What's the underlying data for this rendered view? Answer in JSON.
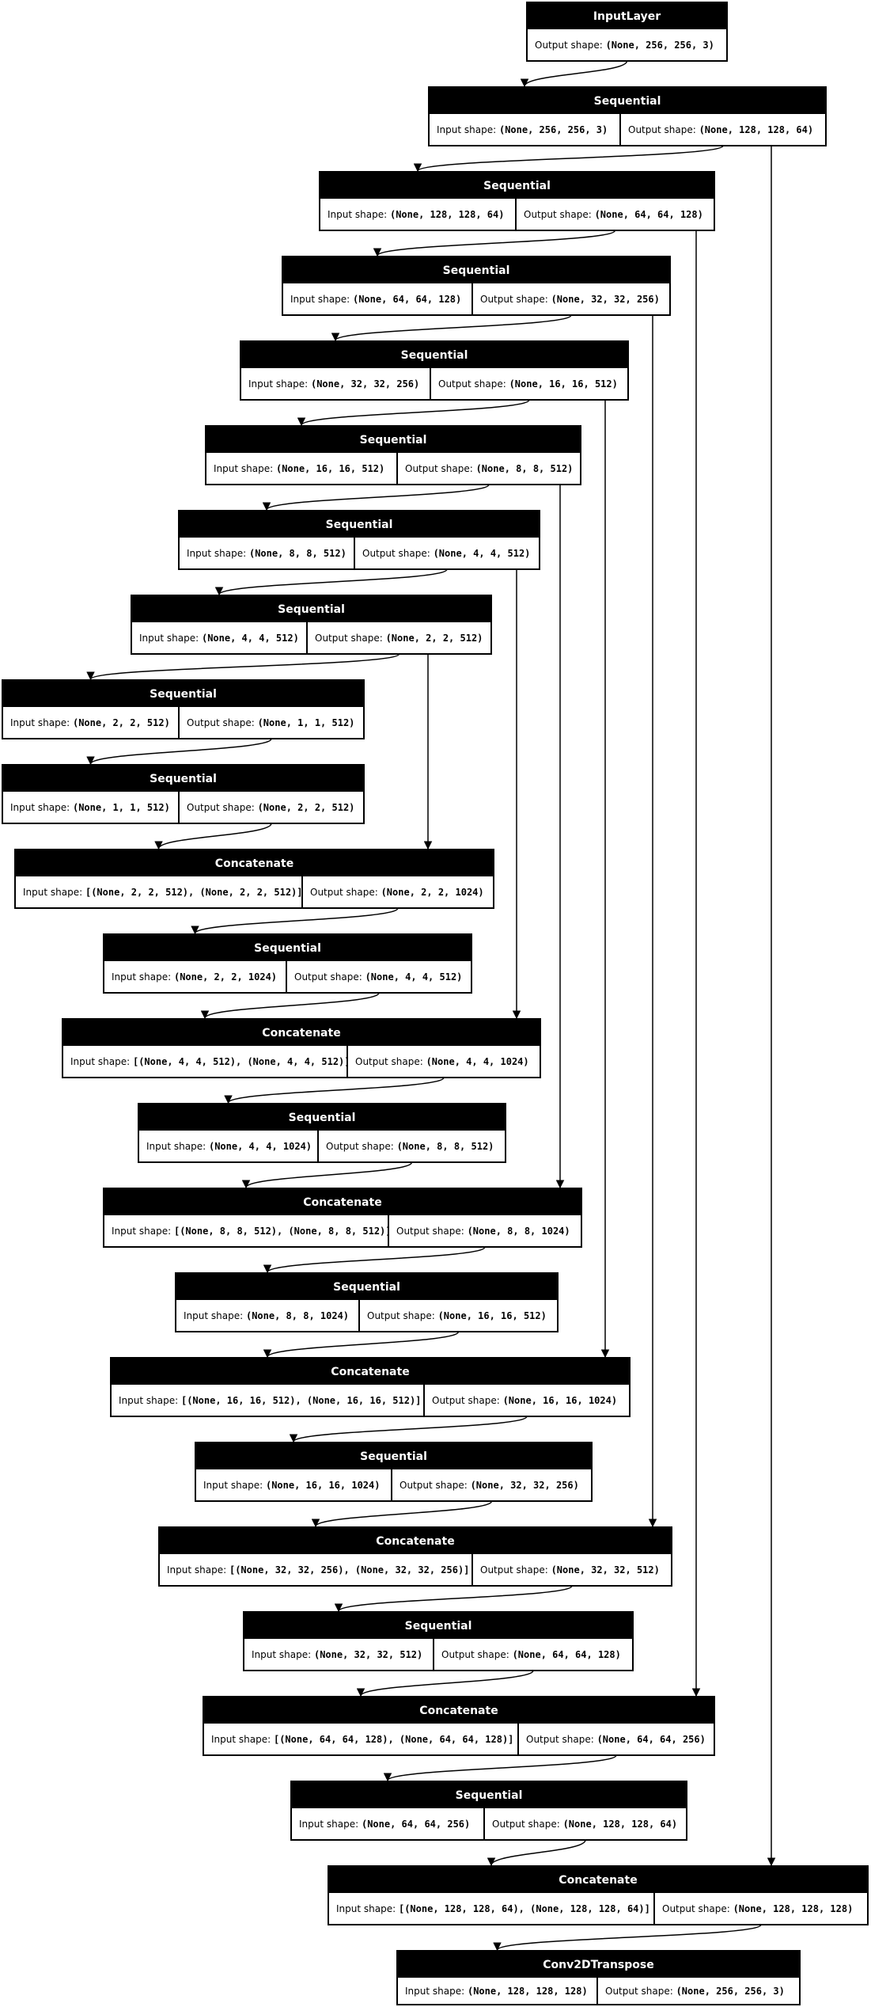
{
  "labels": {
    "input": "Input shape: ",
    "output": "Output shape: "
  },
  "nodes": [
    {
      "id": "n0",
      "title": "InputLayer",
      "input": null,
      "output": "(None, 256, 256, 3)"
    },
    {
      "id": "n1",
      "title": "Sequential",
      "input": "(None, 256, 256, 3)",
      "output": "(None, 128, 128, 64)"
    },
    {
      "id": "n2",
      "title": "Sequential",
      "input": "(None, 128, 128, 64)",
      "output": "(None, 64, 64, 128)"
    },
    {
      "id": "n3",
      "title": "Sequential",
      "input": "(None, 64, 64, 128)",
      "output": "(None, 32, 32, 256)"
    },
    {
      "id": "n4",
      "title": "Sequential",
      "input": "(None, 32, 32, 256)",
      "output": "(None, 16, 16, 512)"
    },
    {
      "id": "n5",
      "title": "Sequential",
      "input": "(None, 16, 16, 512)",
      "output": "(None, 8, 8, 512)"
    },
    {
      "id": "n6",
      "title": "Sequential",
      "input": "(None, 8, 8, 512)",
      "output": "(None, 4, 4, 512)"
    },
    {
      "id": "n7",
      "title": "Sequential",
      "input": "(None, 4, 4, 512)",
      "output": "(None, 2, 2, 512)"
    },
    {
      "id": "n8",
      "title": "Sequential",
      "input": "(None, 2, 2, 512)",
      "output": "(None, 1, 1, 512)"
    },
    {
      "id": "n9",
      "title": "Sequential",
      "input": "(None, 1, 1, 512)",
      "output": "(None, 2, 2, 512)"
    },
    {
      "id": "n10",
      "title": "Concatenate",
      "input": "[(None, 2, 2, 512), (None, 2, 2, 512)]",
      "output": "(None, 2, 2, 1024)"
    },
    {
      "id": "n11",
      "title": "Sequential",
      "input": "(None, 2, 2, 1024)",
      "output": "(None, 4, 4, 512)"
    },
    {
      "id": "n12",
      "title": "Concatenate",
      "input": "[(None, 4, 4, 512), (None, 4, 4, 512)]",
      "output": "(None, 4, 4, 1024)"
    },
    {
      "id": "n13",
      "title": "Sequential",
      "input": "(None, 4, 4, 1024)",
      "output": "(None, 8, 8, 512)"
    },
    {
      "id": "n14",
      "title": "Concatenate",
      "input": "[(None, 8, 8, 512), (None, 8, 8, 512)]",
      "output": "(None, 8, 8, 1024)"
    },
    {
      "id": "n15",
      "title": "Sequential",
      "input": "(None, 8, 8, 1024)",
      "output": "(None, 16, 16, 512)"
    },
    {
      "id": "n16",
      "title": "Concatenate",
      "input": "[(None, 16, 16, 512), (None, 16, 16, 512)]",
      "output": "(None, 16, 16, 1024)"
    },
    {
      "id": "n17",
      "title": "Sequential",
      "input": "(None, 16, 16, 1024)",
      "output": "(None, 32, 32, 256)"
    },
    {
      "id": "n18",
      "title": "Concatenate",
      "input": "[(None, 32, 32, 256), (None, 32, 32, 256)]",
      "output": "(None, 32, 32, 512)"
    },
    {
      "id": "n19",
      "title": "Sequential",
      "input": "(None, 32, 32, 512)",
      "output": "(None, 64, 64, 128)"
    },
    {
      "id": "n20",
      "title": "Concatenate",
      "input": "[(None, 64, 64, 128), (None, 64, 64, 128)]",
      "output": "(None, 64, 64, 256)"
    },
    {
      "id": "n21",
      "title": "Sequential",
      "input": "(None, 64, 64, 256)",
      "output": "(None, 128, 128, 64)"
    },
    {
      "id": "n22",
      "title": "Concatenate",
      "input": "[(None, 128, 128, 64), (None, 128, 128, 64)]",
      "output": "(None, 128, 128, 128)"
    },
    {
      "id": "n23",
      "title": "Conv2DTranspose",
      "input": "(None, 128, 128, 128)",
      "output": "(None, 256, 256, 3)"
    }
  ],
  "edges": [
    [
      "n0",
      "n1"
    ],
    [
      "n1",
      "n2"
    ],
    [
      "n2",
      "n3"
    ],
    [
      "n3",
      "n4"
    ],
    [
      "n4",
      "n5"
    ],
    [
      "n5",
      "n6"
    ],
    [
      "n6",
      "n7"
    ],
    [
      "n7",
      "n8"
    ],
    [
      "n8",
      "n9"
    ],
    [
      "n9",
      "n10"
    ],
    [
      "n7",
      "n10"
    ],
    [
      "n10",
      "n11"
    ],
    [
      "n11",
      "n12"
    ],
    [
      "n6",
      "n12"
    ],
    [
      "n12",
      "n13"
    ],
    [
      "n13",
      "n14"
    ],
    [
      "n5",
      "n14"
    ],
    [
      "n14",
      "n15"
    ],
    [
      "n15",
      "n16"
    ],
    [
      "n4",
      "n16"
    ],
    [
      "n16",
      "n17"
    ],
    [
      "n17",
      "n18"
    ],
    [
      "n3",
      "n18"
    ],
    [
      "n18",
      "n19"
    ],
    [
      "n19",
      "n20"
    ],
    [
      "n2",
      "n20"
    ],
    [
      "n20",
      "n21"
    ],
    [
      "n21",
      "n22"
    ],
    [
      "n1",
      "n22"
    ],
    [
      "n22",
      "n23"
    ]
  ]
}
